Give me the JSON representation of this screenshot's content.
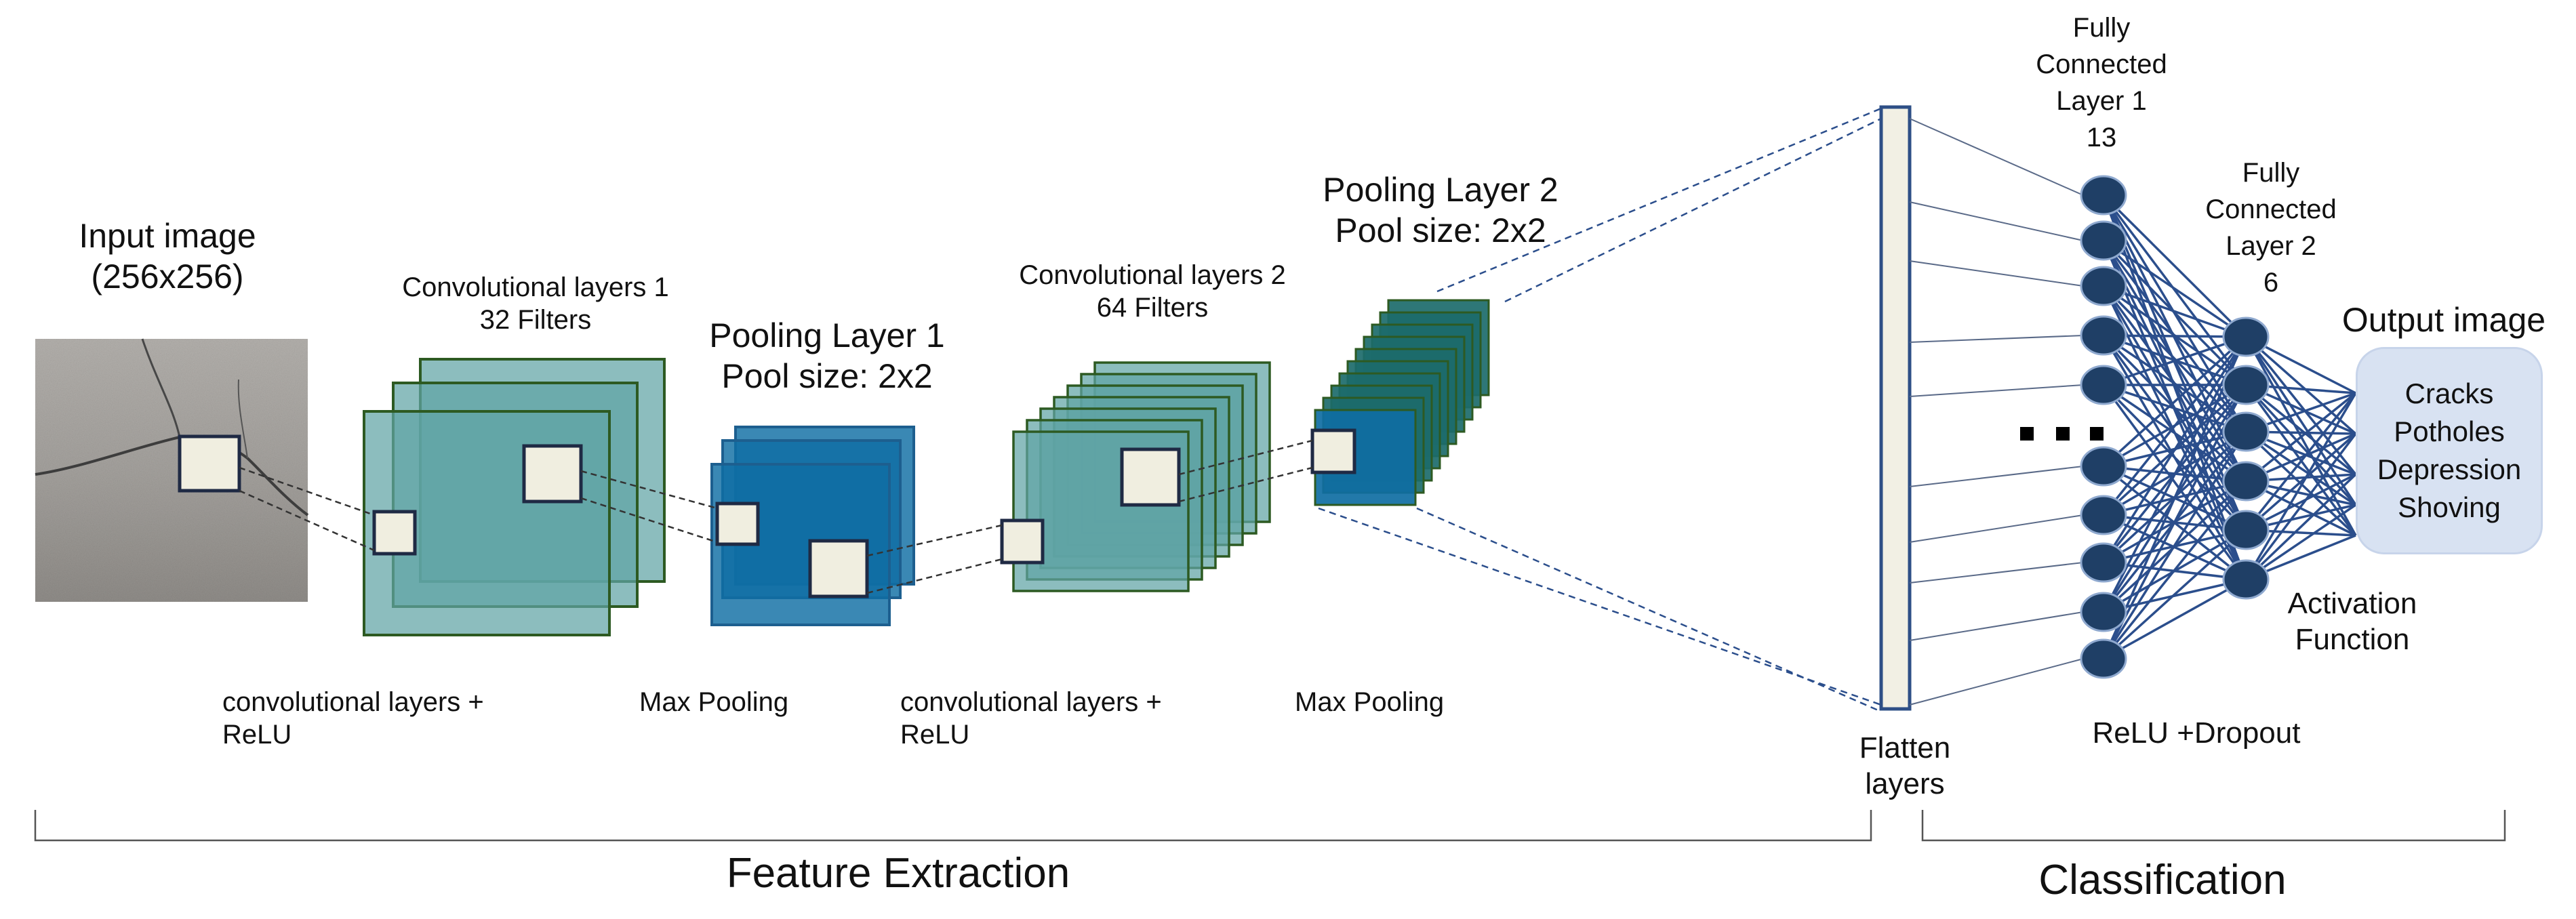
{
  "input": {
    "title": "Input image",
    "size": "(256x256)"
  },
  "conv1": {
    "title": "Convolutional layers 1",
    "filters": "32 Filters",
    "below_line1": "convolutional layers  +",
    "below_line2": "ReLU"
  },
  "pool1": {
    "title": "Pooling Layer 1",
    "pool_size": "Pool size: 2x2",
    "below": "Max Pooling"
  },
  "conv2": {
    "title": "Convolutional layers 2",
    "filters": "64 Filters",
    "below_line1": "convolutional layers  +",
    "below_line2": "ReLU"
  },
  "pool2": {
    "title": "Pooling Layer 2",
    "pool_size": "Pool size: 2x2",
    "below": "Max Pooling"
  },
  "flatten": {
    "line1": "Flatten",
    "line2": "layers"
  },
  "fc1": {
    "line1": "Fully",
    "line2": "Connected",
    "line3": "Layer 1",
    "units": "13"
  },
  "fc2": {
    "line1": "Fully",
    "line2": "Connected",
    "line3": "Layer 2",
    "units": "6"
  },
  "relu_dropout": "ReLU +Dropout",
  "activation": {
    "line1": "Activation",
    "line2": "Function"
  },
  "output": {
    "title": "Output image",
    "classes": [
      "Cracks",
      "Potholes",
      "Depression",
      "Shoving"
    ]
  },
  "sections": {
    "feature_extraction": "Feature Extraction",
    "classification": "Classification"
  },
  "colors": {
    "conv_fill": "#5fa3a5",
    "conv_stroke": "#2d5a22",
    "pool_fill": "#0f6ea3",
    "pool_stroke": "#1d5f8f",
    "pool2_fill": "#1c6b6b",
    "node_fill": "#1f3f66",
    "edge": "#2b4e8c",
    "flatten_fill": "#f2f0e4",
    "flatten_stroke": "#2e4f86",
    "kernel_fill": "#f0eee0",
    "kernel_stroke": "#1f2a44",
    "output_bg": "#d8e2f2"
  }
}
